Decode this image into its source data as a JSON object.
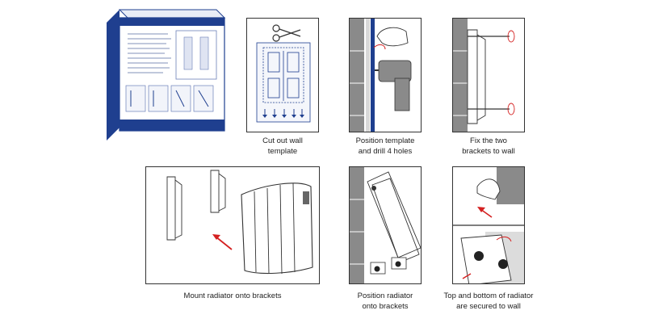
{
  "steps": [
    {
      "id": "cut-template",
      "caption": [
        "Cut out wall",
        "template"
      ]
    },
    {
      "id": "drill-holes",
      "caption": [
        "Position template",
        "and drill 4 holes"
      ]
    },
    {
      "id": "fix-brackets",
      "caption": [
        "Fix the two",
        "brackets to wall"
      ]
    },
    {
      "id": "mount-radiator",
      "caption": [
        "Mount radiator onto brackets"
      ]
    },
    {
      "id": "position-radiator",
      "caption": [
        "Position radiator",
        "onto brackets"
      ]
    },
    {
      "id": "secure-radiator",
      "caption": [
        "Top and bottom of radiator",
        "are secured to wall"
      ]
    }
  ],
  "colors": {
    "accent_blue": "#1f3f8f",
    "arrow_red": "#d42020",
    "wall_grey": "#8a8a8a",
    "line": "#333333"
  },
  "icons": [
    "scissors-icon",
    "drill-icon",
    "hand-icon",
    "screw-icon",
    "radiator-icon",
    "arrow-icon"
  ]
}
